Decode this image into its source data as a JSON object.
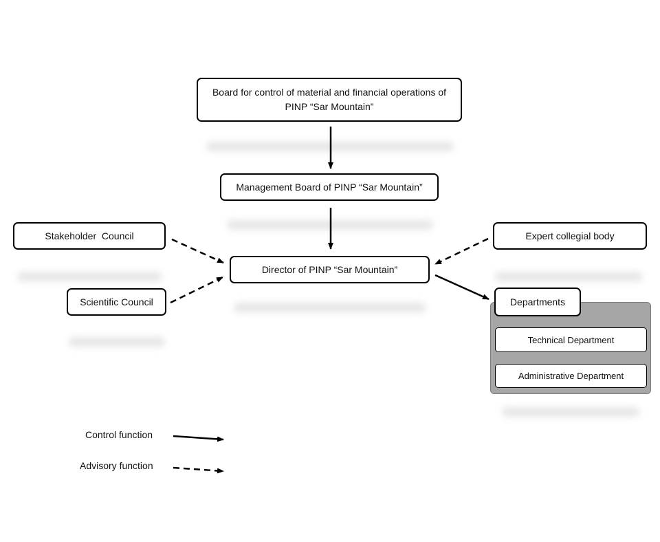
{
  "nodes": {
    "board_control": "Board for control of material and financial operations of PINP “Sar Mountain”",
    "management_board": "Management Board of PINP “Sar Mountain”",
    "director": "Director of PINP “Sar Mountain”",
    "stakeholder_council": "Stakeholder  Council",
    "scientific_council": "Scientific Council",
    "expert_body": "Expert collegial body",
    "departments": "Departments",
    "technical_department": "Technical Department",
    "administrative_department": "Administrative Department"
  },
  "edges": [
    {
      "from": "board_control",
      "to": "management_board",
      "type": "control"
    },
    {
      "from": "management_board",
      "to": "director",
      "type": "control"
    },
    {
      "from": "stakeholder_council",
      "to": "director",
      "type": "advisory"
    },
    {
      "from": "scientific_council",
      "to": "director",
      "type": "advisory"
    },
    {
      "from": "expert_body",
      "to": "director",
      "type": "advisory"
    },
    {
      "from": "director",
      "to": "departments",
      "type": "control"
    }
  ],
  "legend": {
    "control": "Control function",
    "advisory": "Advisory function"
  },
  "colors": {
    "stroke": "#000000",
    "group_fill": "#a6a6a6"
  }
}
